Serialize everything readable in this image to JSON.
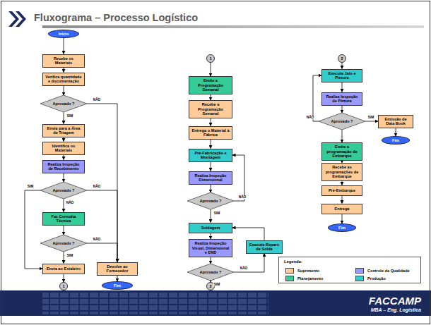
{
  "diagram": {
    "title": "Fluxograma – Processo Logístico",
    "nodes": [
      {
        "text": [
          "Início"
        ]
      },
      {
        "text": [
          "Recebe os Materiais"
        ]
      },
      {
        "text": [
          "Verifica quantidade e documentação"
        ]
      },
      {
        "text": [
          "Aprovado ?"
        ]
      },
      {
        "text": [
          "Envia para a Área de Triagem"
        ]
      },
      {
        "text": [
          "Identifica os Materiais"
        ]
      },
      {
        "text": [
          "Realiza Inspeção de Recebimento"
        ]
      },
      {
        "text": [
          "Aprovado ?"
        ]
      },
      {
        "text": [
          "Faz Consulta Técnica"
        ]
      },
      {
        "text": [
          "Aprovado ?"
        ]
      },
      {
        "text": [
          "Envia ao Estaleiro"
        ]
      },
      {
        "text": [
          "1"
        ]
      },
      {
        "text": [
          "Devolve ao Fornecedor"
        ]
      },
      {
        "text": [
          "Fim"
        ]
      },
      {
        "text": [
          "1"
        ]
      },
      {
        "text": [
          "Emite a Programação Semanal"
        ]
      },
      {
        "text": [
          "Recebe a Programação Semanal"
        ]
      },
      {
        "text": [
          "Entrega o Material à Fábrica"
        ]
      },
      {
        "text": [
          "Pré-Fabricação e Montagem"
        ]
      },
      {
        "text": [
          "Realiza Inspeção Dimensional"
        ]
      },
      {
        "text": [
          "Aprovado ?"
        ]
      },
      {
        "text": [
          "Soldagem"
        ]
      },
      {
        "text": [
          "Realiza Inspeção Visual, Dimensional e END"
        ]
      },
      {
        "text": [
          "Aprovado ?"
        ]
      },
      {
        "text": [
          "Executa Reparo de Solda"
        ]
      },
      {
        "text": [
          "2"
        ]
      },
      {
        "text": [
          "2"
        ]
      },
      {
        "text": [
          "Executa Jato e Pintura"
        ]
      },
      {
        "text": [
          "Realiza Inspeção de Pintura"
        ]
      },
      {
        "text": [
          "Aprovado ?"
        ]
      },
      {
        "text": [
          "Emissão de Data Book"
        ]
      },
      {
        "text": [
          "Fim"
        ]
      },
      {
        "text": [
          "Emite a programação de Embarque"
        ]
      },
      {
        "text": [
          "Recebe as programações de Embarque"
        ]
      },
      {
        "text": [
          "Pré-Embarque"
        ]
      },
      {
        "text": [
          "Entrega"
        ]
      },
      {
        "text": [
          "Fim"
        ]
      }
    ],
    "edges": [
      {
        "from": 0,
        "to": 1,
        "arrow": "to"
      },
      {
        "from": 1,
        "to": 2,
        "arrow": "to"
      },
      {
        "from": 2,
        "to": 3,
        "arrow": "to"
      },
      {
        "from": 3,
        "to": 4,
        "label": "SIM",
        "arrow": "to"
      },
      {
        "from": 3,
        "to": 12,
        "label": "NÃO",
        "arrow": "to"
      },
      {
        "from": 4,
        "to": 5,
        "arrow": "to"
      },
      {
        "from": 5,
        "to": 6,
        "arrow": "to"
      },
      {
        "from": 6,
        "to": 7,
        "arrow": "to"
      },
      {
        "from": 7,
        "to": 10,
        "label": "SIM",
        "arrow": "to"
      },
      {
        "from": 7,
        "to": 12,
        "label": "NÃO",
        "arrow": "to"
      },
      {
        "from": 7,
        "to": 8,
        "label": "NÃO",
        "arrow": "to"
      },
      {
        "from": 8,
        "to": 9,
        "arrow": "to"
      },
      {
        "from": 9,
        "to": 10,
        "label": "SIM",
        "arrow": "to"
      },
      {
        "from": 9,
        "to": 12,
        "label": "NÃO",
        "arrow": "to"
      },
      {
        "from": 10,
        "to": 11,
        "arrow": "to"
      },
      {
        "from": 12,
        "to": 13,
        "arrow": "to"
      },
      {
        "from": 14,
        "to": 15,
        "arrow": "to"
      },
      {
        "from": 15,
        "to": 16,
        "arrow": "to"
      },
      {
        "from": 16,
        "to": 17,
        "arrow": "to"
      },
      {
        "from": 17,
        "to": 18,
        "arrow": "to"
      },
      {
        "from": 18,
        "to": 19,
        "arrow": "to"
      },
      {
        "from": 19,
        "to": 20,
        "arrow": "to"
      },
      {
        "from": 20,
        "to": 18,
        "label": "NÃO",
        "arrow": "to"
      },
      {
        "from": 20,
        "to": 21,
        "label": "SIM",
        "arrow": "to"
      },
      {
        "from": 21,
        "to": 22,
        "arrow": "to"
      },
      {
        "from": 22,
        "to": 23,
        "arrow": "to"
      },
      {
        "from": 23,
        "to": 24,
        "label": "NÃO",
        "arrow": "to"
      },
      {
        "from": 24,
        "to": 21,
        "arrow": "to"
      },
      {
        "from": 23,
        "to": 25,
        "label": "SIM",
        "arrow": "to"
      },
      {
        "from": 26,
        "to": 27,
        "arrow": "to"
      },
      {
        "from": 27,
        "to": 28,
        "arrow": "to"
      },
      {
        "from": 28,
        "to": 29,
        "arrow": "to"
      },
      {
        "from": 29,
        "to": 27,
        "label": "NÃO",
        "arrow": "to"
      },
      {
        "from": 29,
        "to": 30,
        "label": "SIM",
        "arrow": "to"
      },
      {
        "from": 30,
        "to": 31,
        "arrow": "to"
      },
      {
        "from": 29,
        "to": 32,
        "arrow": "to"
      },
      {
        "from": 32,
        "to": 33,
        "arrow": "to"
      },
      {
        "from": 33,
        "to": 34,
        "arrow": "to"
      },
      {
        "from": 34,
        "to": 35,
        "arrow": "to"
      },
      {
        "from": 35,
        "to": 36,
        "arrow": "to"
      }
    ],
    "labels": [
      "Legenda:",
      "FACCAMP",
      "MBA – Eng. Logística"
    ],
    "legend": [
      {
        "text": "Suprimento",
        "color": "#ffcc99"
      },
      {
        "text": "Controle da Qualidade",
        "color": "#9999ff"
      },
      {
        "text": "Planejamento",
        "color": "#33cc99"
      },
      {
        "text": "Produção",
        "color": "#33cccc"
      }
    ]
  }
}
